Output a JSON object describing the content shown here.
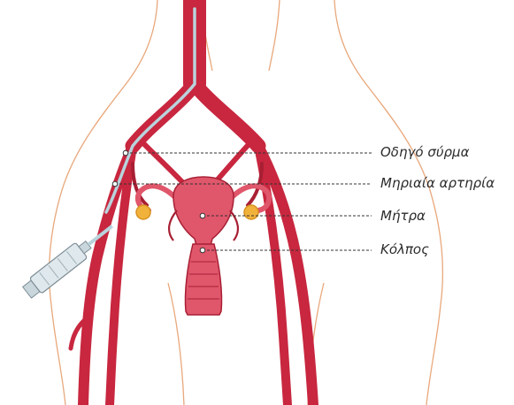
{
  "labels": {
    "guide_wire": "Οδηγό σύρμα",
    "femoral_artery": "Μηριαία αρτηρία",
    "uterus": "Μήτρα",
    "vagina": "Κόλπος"
  },
  "colors": {
    "artery": "#c8273f",
    "artery_dark": "#a81f34",
    "uterus_fill": "#e0566b",
    "body_outline": "#e8a87c",
    "catheter": "#b9d3dc",
    "ovary": "#f1b23c",
    "leader_line": "#333333",
    "label_text": "#2b2b2b"
  }
}
